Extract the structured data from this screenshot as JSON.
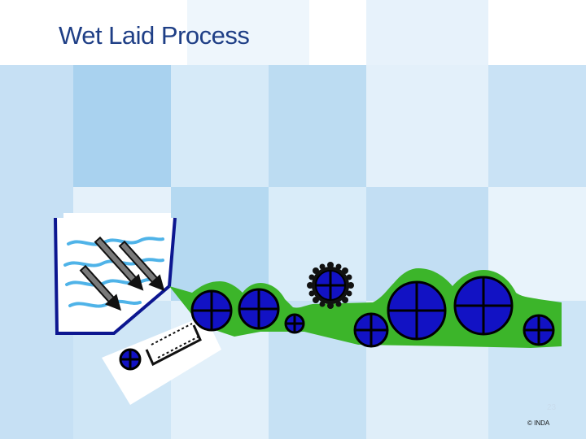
{
  "slide": {
    "title": "Wet Laid Process",
    "page_number": "23",
    "copyright": "© INDA"
  },
  "colors": {
    "title": "#1f3f86",
    "belt": "#3cb52a",
    "roller": "#1212c4",
    "water": "#4fb3e8",
    "tank_outline": "#0c1690",
    "background": "#dcecf8"
  },
  "icons": [
    "fiber-arrow-icon",
    "roller-icon",
    "gear-roller-icon",
    "water-wave-icon"
  ]
}
